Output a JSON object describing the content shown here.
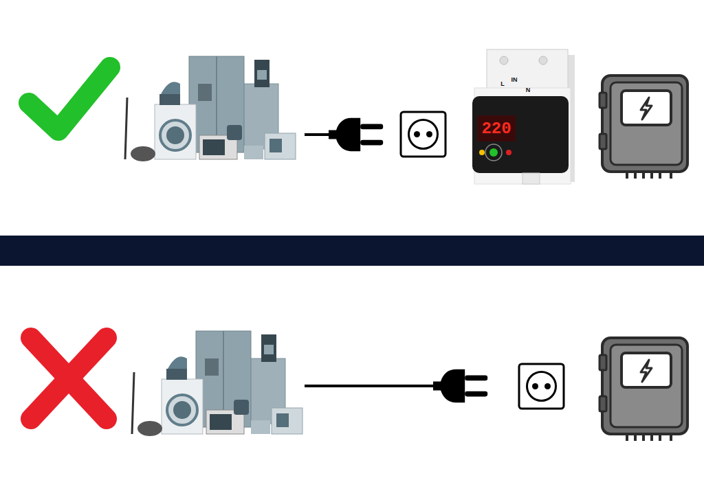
{
  "diagram": {
    "labels": [
      "IN",
      "L",
      "N",
      "220"
    ]
  }
}
